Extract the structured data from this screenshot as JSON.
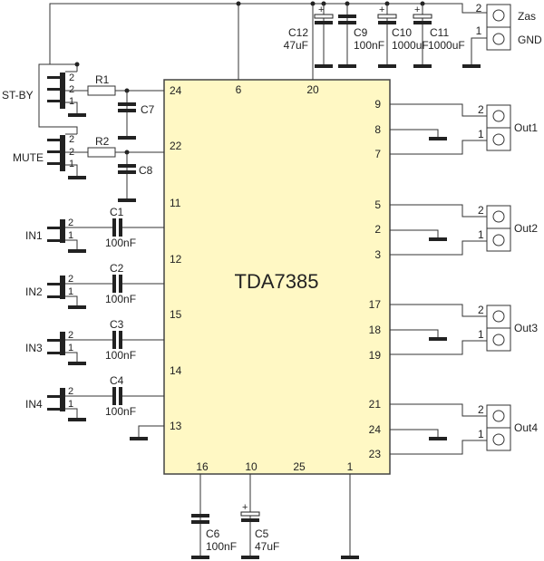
{
  "ic": {
    "name": "TDA7385",
    "pins": {
      "left": [
        "24",
        "22",
        "11",
        "12",
        "15",
        "14",
        "13"
      ],
      "top": [
        "6",
        "20"
      ],
      "right": [
        "9",
        "8",
        "7",
        "5",
        "2",
        "3",
        "17",
        "18",
        "19",
        "21",
        "24",
        "23"
      ],
      "bottom": [
        "16",
        "10",
        "25",
        "1"
      ]
    }
  },
  "power": {
    "connector": {
      "pin2": "2",
      "pin1": "1",
      "label2": "Zas",
      "label1": "GND"
    },
    "capacitors": [
      {
        "ref": "C12",
        "value": "47uF",
        "polarized": true
      },
      {
        "ref": "C9",
        "value": "100nF",
        "polarized": false
      },
      {
        "ref": "C10",
        "value": "1000uF",
        "polarized": true
      },
      {
        "ref": "C11",
        "value": "1000uF",
        "polarized": true
      }
    ],
    "plus_sign": "+"
  },
  "control": {
    "standby": {
      "label": "ST-BY",
      "pins": [
        "2",
        "2",
        "1"
      ],
      "resistor": "R1",
      "capacitor": "C7"
    },
    "mute": {
      "label": "MUTE",
      "pins": [
        "2",
        "2",
        "1"
      ],
      "resistor": "R2",
      "capacitor": "C8"
    }
  },
  "inputs": [
    {
      "label": "IN1",
      "cap": "C1",
      "value": "100nF",
      "pin2": "2",
      "pin1": "1"
    },
    {
      "label": "IN2",
      "cap": "C2",
      "value": "100nF",
      "pin2": "2",
      "pin1": "1"
    },
    {
      "label": "IN3",
      "cap": "C3",
      "value": "100nF",
      "pin2": "2",
      "pin1": "1"
    },
    {
      "label": "IN4",
      "cap": "C4",
      "value": "100nF",
      "pin2": "2",
      "pin1": "1"
    }
  ],
  "outputs": [
    {
      "label": "Out1",
      "pin2": "2",
      "pin1": "1"
    },
    {
      "label": "Out2",
      "pin2": "2",
      "pin1": "1"
    },
    {
      "label": "Out3",
      "pin2": "2",
      "pin1": "1"
    },
    {
      "label": "Out4",
      "pin2": "2",
      "pin1": "1"
    }
  ],
  "bottom_caps": [
    {
      "ref": "C6",
      "value": "100nF",
      "polarized": false
    },
    {
      "ref": "C5",
      "value": "47uF",
      "polarized": true
    }
  ]
}
